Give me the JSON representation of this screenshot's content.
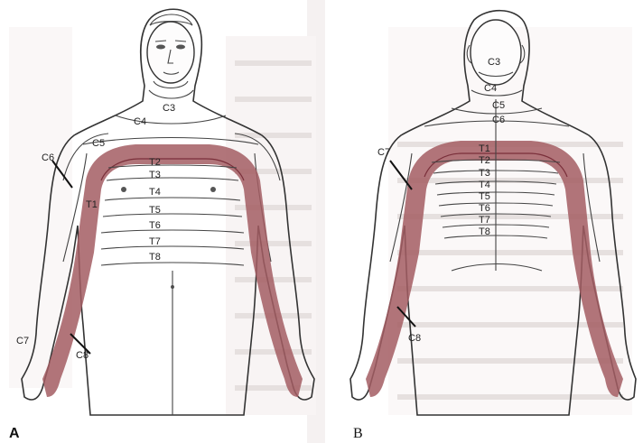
{
  "panels": {
    "a": {
      "label": "A",
      "dermatomes": [
        "C3",
        "C4",
        "C5",
        "C6",
        "T1",
        "T2",
        "T3",
        "T4",
        "T5",
        "T6",
        "T7",
        "T8",
        "C7",
        "C8"
      ],
      "band_color": "#a35d63"
    },
    "b": {
      "label": "B",
      "dermatomes": [
        "C3",
        "C4",
        "C5",
        "C6",
        "C7",
        "T1",
        "T2",
        "T3",
        "T4",
        "T5",
        "T6",
        "T7",
        "T8",
        "C8"
      ],
      "band_color": "#a35d63"
    }
  }
}
